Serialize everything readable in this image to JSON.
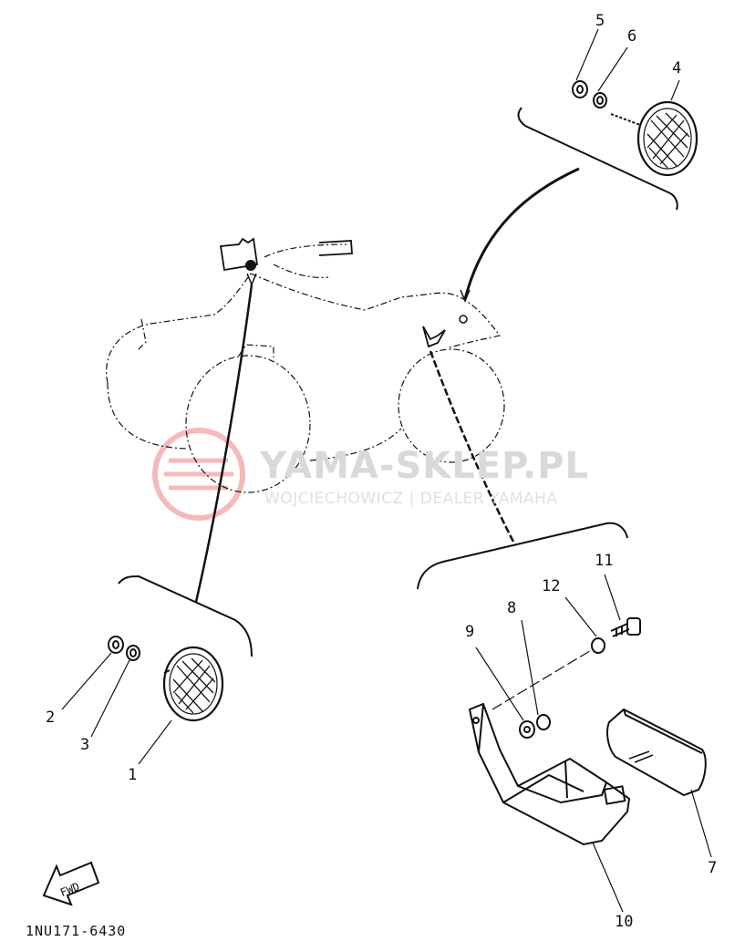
{
  "diagram": {
    "code": "1NU171-6430",
    "fwd_label": "FWD",
    "callouts": [
      "1",
      "2",
      "3",
      "4",
      "5",
      "6",
      "7",
      "8",
      "9",
      "10",
      "11",
      "12"
    ]
  },
  "watermark": {
    "title": "YAMA-SKLEP.PL",
    "subtitle": "WOJCIECHOWICZ | DEALER YAMAHA"
  },
  "colors": {
    "ink": "#111111",
    "watermark_red": "#f08080",
    "watermark_gray": "#d9d9d9"
  }
}
